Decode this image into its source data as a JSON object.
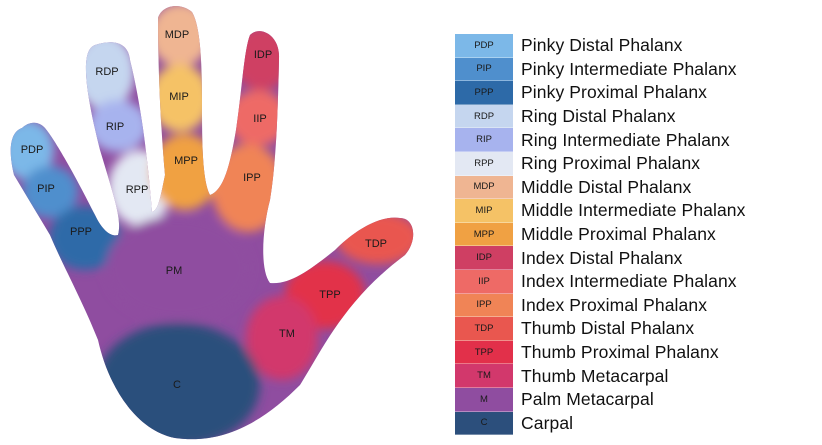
{
  "regions": [
    {
      "id": "pinky-distal",
      "abbr": "PDP",
      "label": "Pinky Distal Phalanx",
      "color": "#7cb8e8"
    },
    {
      "id": "pinky-intermediate",
      "abbr": "PIP",
      "label": "Pinky Intermediate Phalanx",
      "color": "#4f8fcd"
    },
    {
      "id": "pinky-proximal",
      "abbr": "PPP",
      "label": "Pinky Proximal Phalanx",
      "color": "#2d6aa8"
    },
    {
      "id": "ring-distal",
      "abbr": "RDP",
      "label": "Ring Distal Phalanx",
      "color": "#c5d6ef"
    },
    {
      "id": "ring-intermediate",
      "abbr": "RIP",
      "label": "Ring Intermediate Phalanx",
      "color": "#a7b3ee"
    },
    {
      "id": "ring-proximal",
      "abbr": "RPP",
      "label": "Ring Proximal Phalanx",
      "color": "#e3e8f3"
    },
    {
      "id": "middle-distal",
      "abbr": "MDP",
      "label": "Middle Distal Phalanx",
      "color": "#efb592"
    },
    {
      "id": "middle-intermediate",
      "abbr": "MIP",
      "label": "Middle Intermediate Phalanx",
      "color": "#f5c266"
    },
    {
      "id": "middle-proximal",
      "abbr": "MPP",
      "label": "Middle Proximal Phalanx",
      "color": "#f0a143"
    },
    {
      "id": "index-distal",
      "abbr": "IDP",
      "label": "Index Distal Phalanx",
      "color": "#cf3f63"
    },
    {
      "id": "index-intermediate",
      "abbr": "IIP",
      "label": "Index Intermediate Phalanx",
      "color": "#ee6a66"
    },
    {
      "id": "index-proximal",
      "abbr": "IPP",
      "label": "Index Proximal Phalanx",
      "color": "#f08456"
    },
    {
      "id": "thumb-distal",
      "abbr": "TDP",
      "label": "Thumb Distal Phalanx",
      "color": "#e9574f"
    },
    {
      "id": "thumb-proximal",
      "abbr": "TPP",
      "label": "Thumb Proximal Phalanx",
      "color": "#e2304a"
    },
    {
      "id": "thumb-metacarpal",
      "abbr": "TM",
      "label": "Thumb Metacarpal",
      "color": "#d2386c"
    },
    {
      "id": "palm-metacarpal",
      "abbr": "M",
      "label": "Palm Metacarpal",
      "color": "#8f4da0"
    },
    {
      "id": "carpal",
      "abbr": "C",
      "label": "Carpal",
      "color": "#2c4f7c"
    }
  ],
  "hand": {
    "palm_label": "PM",
    "carpal_label": "C"
  }
}
